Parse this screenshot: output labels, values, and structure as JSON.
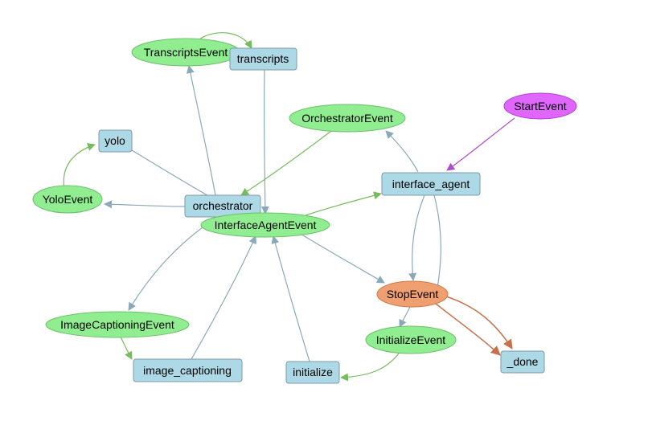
{
  "colors": {
    "step_fill": "#add8e6",
    "step_stroke": "#7f9aab",
    "event_fill": "#90ee90",
    "event_stroke": "#6cbf6c",
    "start_fill": "#e066ff",
    "start_stroke": "#b044cc",
    "stop_fill": "#f0a070",
    "stop_stroke": "#c97c4a",
    "edge_step": "#8aa9b8",
    "edge_event": "#76bb5e",
    "edge_start": "#b04ccc",
    "edge_stop": "#c8704a"
  },
  "nodes": {
    "transcripts_event": "TranscriptsEvent",
    "transcripts": "transcripts",
    "orchestrator_event": "OrchestratorEvent",
    "start_event": "StartEvent",
    "yolo": "yolo",
    "yolo_event": "YoloEvent",
    "orchestrator": "orchestrator",
    "interface_agent": "interface_agent",
    "interface_agent_event": "InterfaceAgentEvent",
    "stop_event": "StopEvent",
    "image_captioning_event": "ImageCaptioningEvent",
    "initialize_event": "InitializeEvent",
    "image_captioning": "image_captioning",
    "initialize": "initialize",
    "done": "_done"
  },
  "edges": [
    {
      "from": "transcripts_event",
      "to": "transcripts",
      "kind": "event"
    },
    {
      "from": "orchestrator",
      "to": "transcripts_event",
      "kind": "step"
    },
    {
      "from": "transcripts",
      "to": "interface_agent_event",
      "kind": "step"
    },
    {
      "from": "yolo",
      "to": "interface_agent_event",
      "kind": "step"
    },
    {
      "from": "yolo_event",
      "to": "yolo",
      "kind": "event"
    },
    {
      "from": "orchestrator",
      "to": "yolo_event",
      "kind": "step"
    },
    {
      "from": "orchestrator_event",
      "to": "orchestrator",
      "kind": "event"
    },
    {
      "from": "interface_agent",
      "to": "orchestrator_event",
      "kind": "step"
    },
    {
      "from": "start_event",
      "to": "interface_agent",
      "kind": "start"
    },
    {
      "from": "interface_agent_event",
      "to": "interface_agent",
      "kind": "event"
    },
    {
      "from": "interface_agent",
      "to": "stop_event",
      "kind": "step"
    },
    {
      "from": "interface_agent",
      "to": "done",
      "kind": "step"
    },
    {
      "from": "orchestrator",
      "to": "image_captioning_event",
      "kind": "step"
    },
    {
      "from": "image_captioning_event",
      "to": "image_captioning",
      "kind": "event"
    },
    {
      "from": "image_captioning",
      "to": "interface_agent_event",
      "kind": "step"
    },
    {
      "from": "initialize",
      "to": "interface_agent_event",
      "kind": "step"
    },
    {
      "from": "orchestrator",
      "to": "stop_event",
      "kind": "step"
    },
    {
      "from": "stop_event",
      "to": "initialize_event",
      "kind": "step"
    },
    {
      "from": "initialize_event",
      "to": "initialize",
      "kind": "event"
    },
    {
      "from": "stop_event",
      "to": "done",
      "kind": "stop"
    }
  ]
}
